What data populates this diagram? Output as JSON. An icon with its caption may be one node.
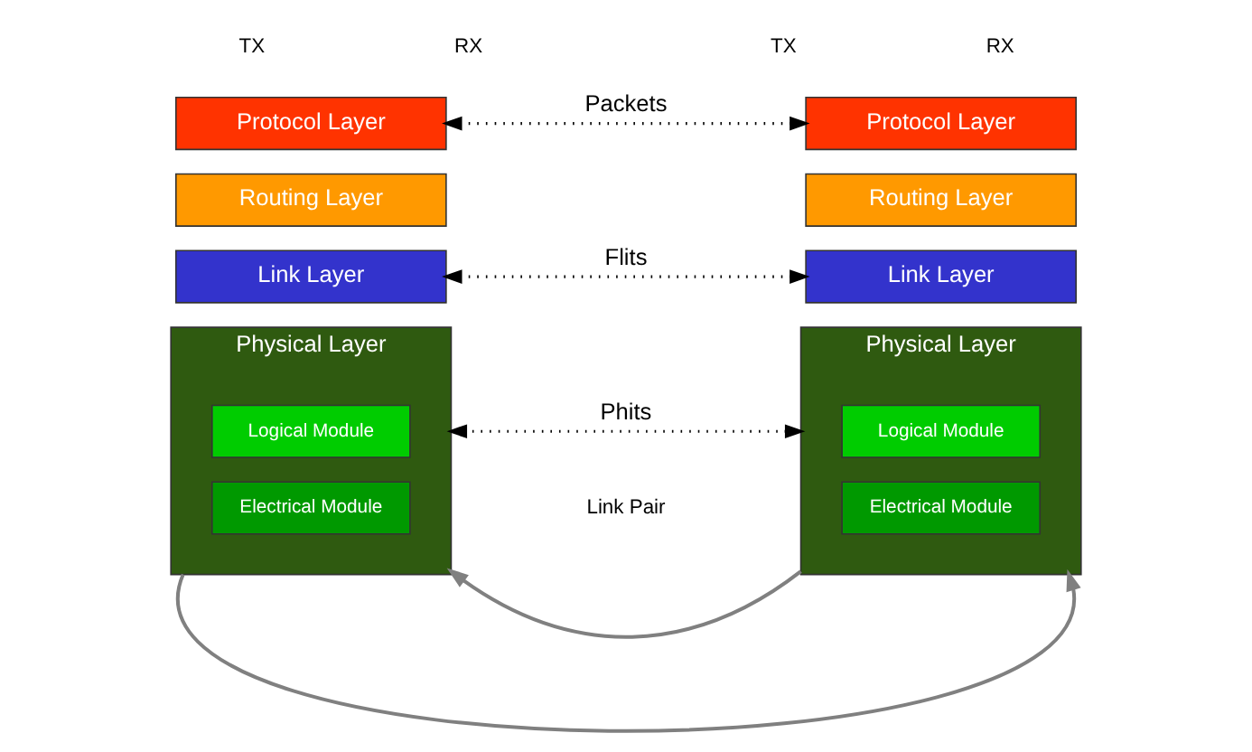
{
  "diagram": {
    "nodes": [
      {
        "text": [
          "Protocol Layer"
        ]
      },
      {
        "text": [
          "Routing Layer"
        ]
      },
      {
        "text": [
          "Link Layer"
        ]
      },
      {
        "text": [
          "Physical Layer"
        ]
      },
      {
        "text": [
          "Logical Module"
        ],
        "in": 3
      },
      {
        "text": [
          "Electrical Module"
        ],
        "in": 3
      },
      {
        "text": [
          "Protocol Layer"
        ]
      },
      {
        "text": [
          "Routing Layer"
        ]
      },
      {
        "text": [
          "Link Layer"
        ]
      },
      {
        "text": [
          "Physical Layer"
        ]
      },
      {
        "text": [
          "Logical Module"
        ],
        "in": 9
      },
      {
        "text": [
          "Electrical Module"
        ],
        "in": 9
      }
    ],
    "edges": [
      {
        "from": 0,
        "to": 6,
        "arrow": "both",
        "label": "Packets",
        "style": "dashed"
      },
      {
        "from": 2,
        "to": 8,
        "arrow": "both",
        "label": "Flits",
        "style": "dashed"
      },
      {
        "from": 3,
        "to": 9,
        "arrow": "both",
        "label": "Phits",
        "style": "dashed"
      },
      {
        "from": 9,
        "to": 3,
        "arrow": "to",
        "color": "#808080"
      },
      {
        "from": 3,
        "to": 9,
        "arrow": "to",
        "color": "#808080"
      }
    ],
    "labels": [
      "TX",
      "RX",
      "TX",
      "RX",
      "Link Pair"
    ]
  }
}
